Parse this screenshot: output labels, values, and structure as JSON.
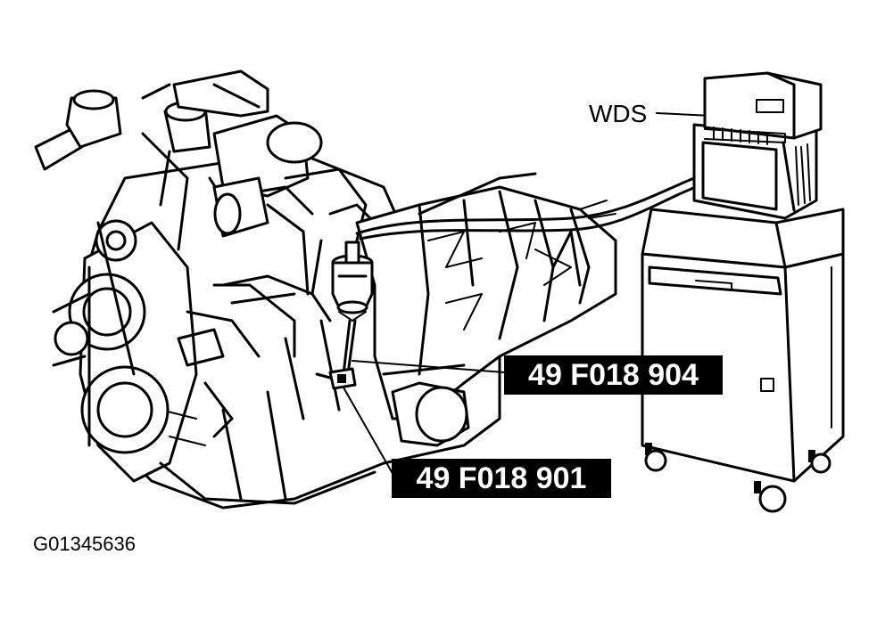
{
  "labels": {
    "wds": "WDS",
    "tool_904": "49 F018 904",
    "tool_901": "49 F018 901",
    "figure_id": "G01345636"
  },
  "colors": {
    "ink": "#000000",
    "background": "#ffffff",
    "label_text": "#ffffff"
  }
}
